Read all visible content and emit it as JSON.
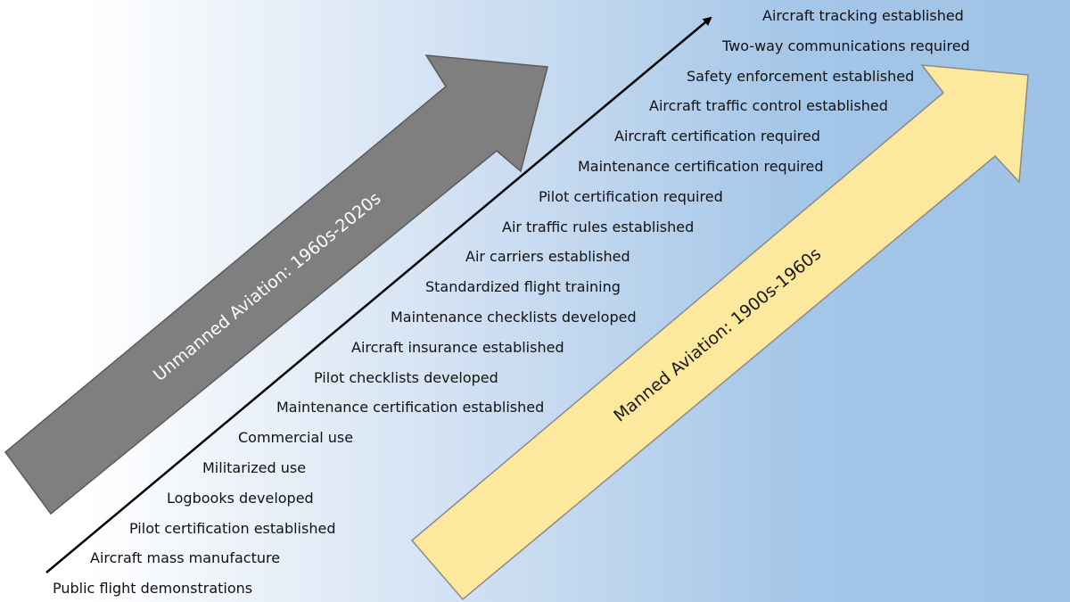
{
  "unmanned_arrow": {
    "label": "Unmanned Aviation: 1960s-2020s",
    "color": "#7f7f7f",
    "text_color": "#ffffff"
  },
  "manned_arrow": {
    "label": "Manned Aviation: 1900s-1960s",
    "color": "#fde99d",
    "text_color": "#1a1a1a"
  },
  "timeline_arrow": {
    "color": "#000000"
  },
  "milestones": [
    "Aircraft tracking established",
    "Two-way communications required",
    "Safety enforcement established",
    "Aircraft traffic control established",
    "Aircraft certification required",
    "Maintenance certification required",
    "Pilot certification required",
    "Air traffic rules established",
    "Air carriers established",
    "Standardized flight training",
    "Maintenance checklists developed",
    "Aircraft insurance established",
    "Pilot checklists developed",
    "Maintenance certification established",
    "Commercial use",
    "Militarized use",
    "Logbooks developed",
    "Pilot certification established",
    "Aircraft mass manufacture",
    "Public flight demonstrations"
  ]
}
